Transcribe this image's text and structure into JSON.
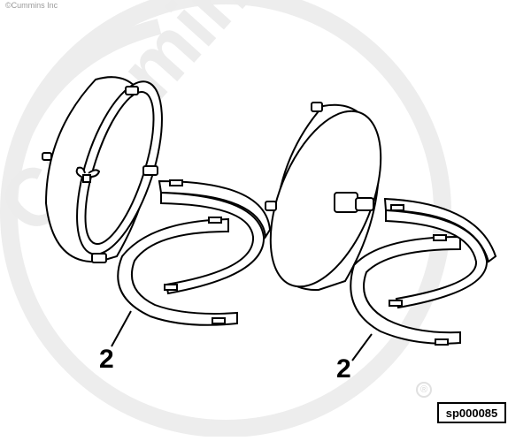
{
  "watermark": {
    "copyright": "©Cummins Inc",
    "brand": "Cummins",
    "registered_mark": "®"
  },
  "callouts": [
    {
      "label": "2"
    },
    {
      "label": "2"
    }
  ],
  "figure_id": "sp000085",
  "colors": {
    "line": "#000000",
    "watermark": "#e9e9e9",
    "background": "#ffffff"
  }
}
